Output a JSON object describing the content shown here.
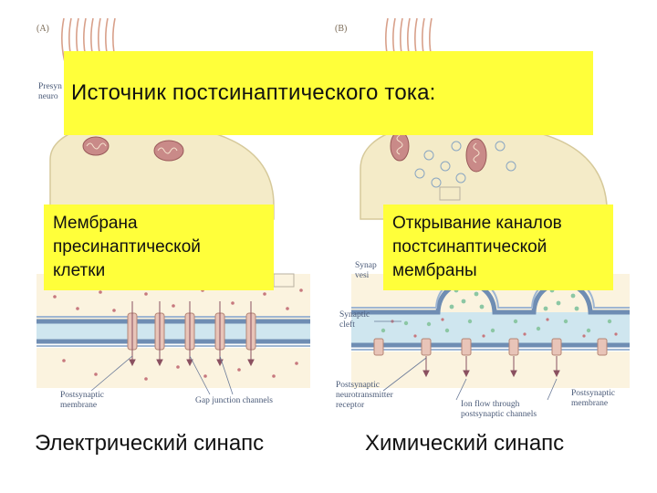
{
  "panels": {
    "a_label": "(A)",
    "b_label": "(B)"
  },
  "title": "Источник постсинаптического тока:",
  "left_note": [
    "Мембрана",
    "пресинаптической",
    "клетки"
  ],
  "right_note": [
    "Открывание каналов",
    "постсинаптической",
    "мембраны"
  ],
  "captions": {
    "electrical": "Электрический синапс",
    "chemical": "Химический синапс"
  },
  "figure_labels": {
    "presynaptic_neuron": [
      "Presyn",
      "neuro"
    ],
    "mitochondrion": "Mitochondrion",
    "postsynaptic_membrane_a": [
      "Postsynaptic",
      "membrane"
    ],
    "gap_junction_channels": "Gap junction channels",
    "synaptic_vesicle": [
      "Synap",
      "vesi"
    ],
    "synaptic_cleft": [
      "Synaptic",
      "cleft"
    ],
    "postsynaptic_receptor": [
      "Postsynaptic",
      "neurotransmitter",
      "receptor"
    ],
    "ion_flow": [
      "Ion flow through",
      "postsynaptic channels"
    ],
    "postsynaptic_membrane_b": [
      "Postsynaptic",
      "membrane"
    ]
  },
  "colors": {
    "overlay": "#ffff3a",
    "cytoplasm": "#f4ebc8",
    "fluid": "#cfe6ef",
    "membrane": "#6f8db3",
    "mitochondrion": "#c98a88",
    "ions": "#c7787e",
    "vesicle": "#8cc7a4"
  }
}
